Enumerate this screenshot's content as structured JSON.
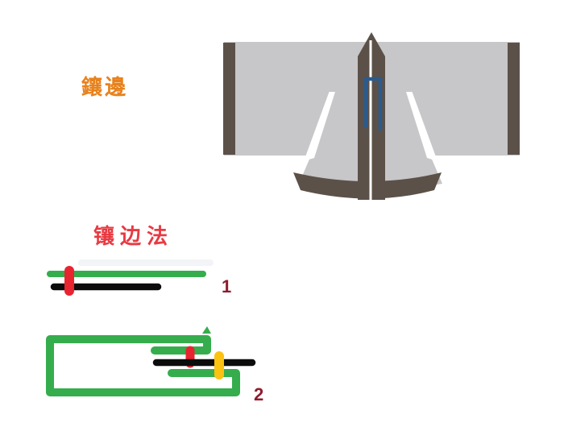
{
  "page": {
    "background_color": "#ffffff"
  },
  "garment": {
    "title": "鑲邊"
  },
  "method": {
    "title": "镶边法",
    "steps": [
      {
        "number": "1"
      },
      {
        "number": "2"
      }
    ]
  },
  "colors": {
    "garment_body_gray": "#c7c6c8",
    "garment_trim_dark": "#5b5149",
    "collar_detail_blue": "#2b5b8e",
    "collar_center_white": "#ffffff",
    "slit_white": "#ffffff",
    "binding_strip_green": "#35ad4d",
    "fabric_edge_black": "#0c0c0c",
    "pin_red": "#e82430",
    "pin_yellow": "#fcc211",
    "garment_title_orange": "#e8821c",
    "method_title_red": "#e83a42",
    "step_number_maroon": "#8e1c2d"
  }
}
